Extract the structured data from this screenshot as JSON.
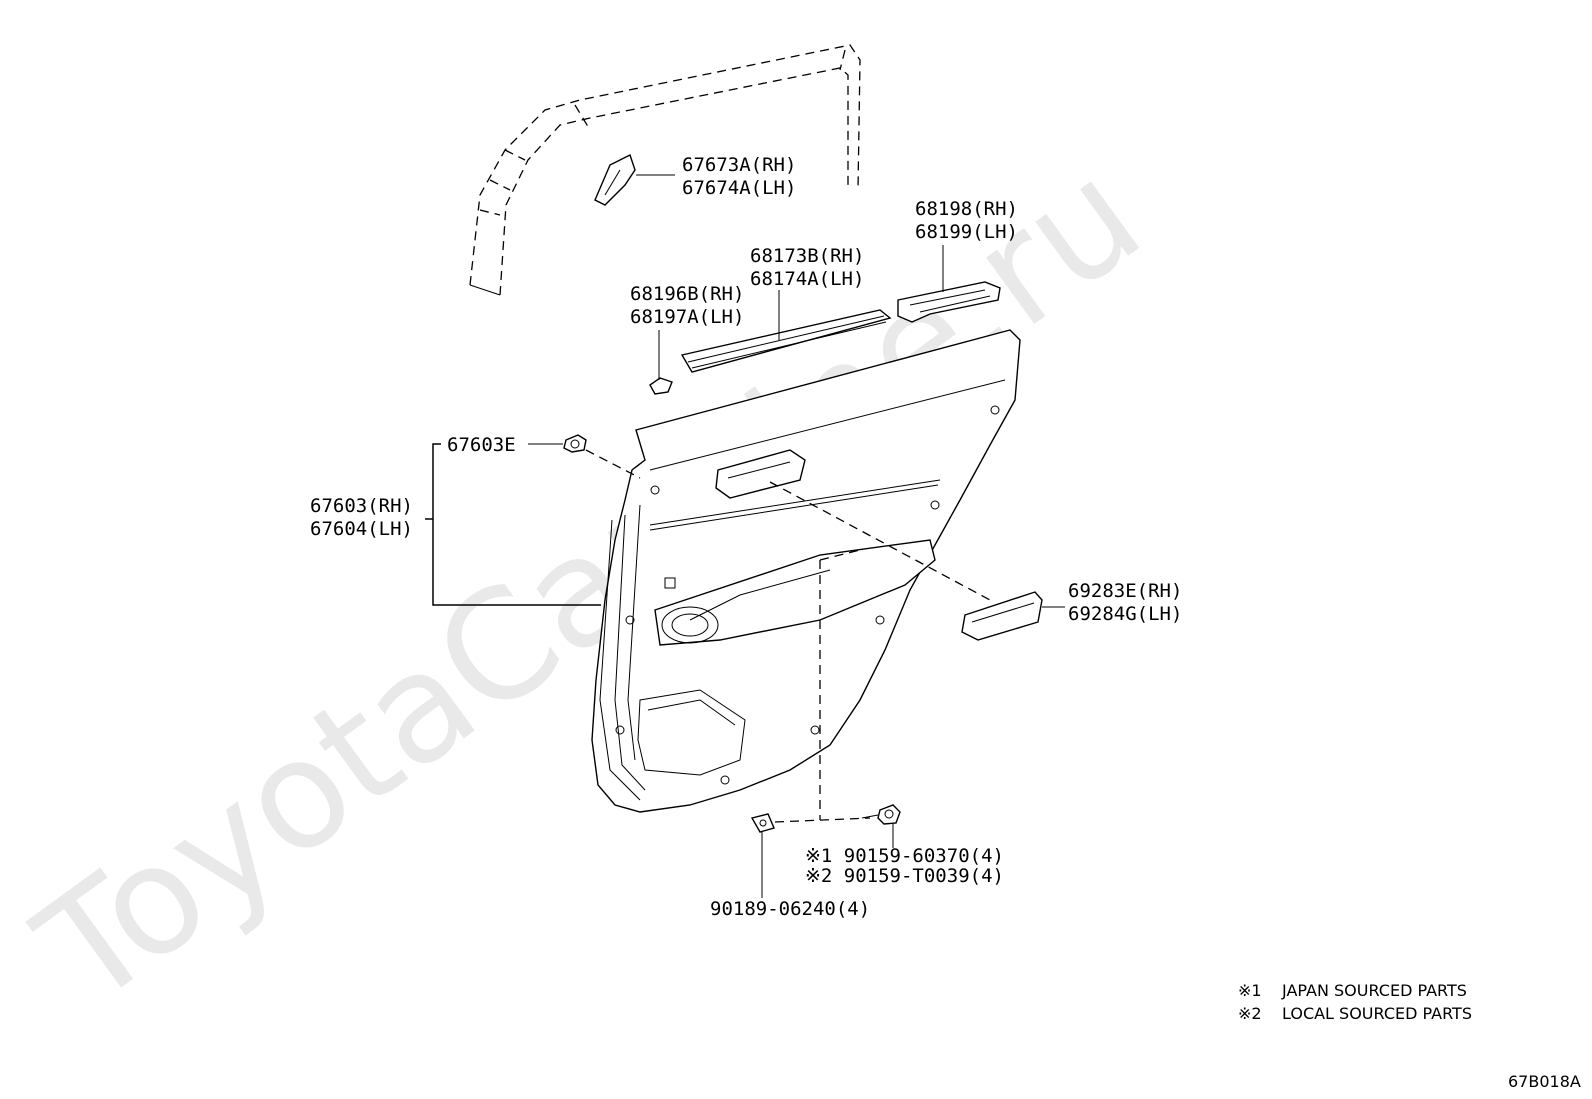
{
  "watermark": "ToyotaCarMine.ru",
  "diagram_id": "67B018A",
  "notes": [
    {
      "mark": "※1",
      "text": "JAPAN SOURCED PARTS"
    },
    {
      "mark": "※2",
      "text": "LOCAL SOURCED PARTS"
    }
  ],
  "labels": {
    "p67673": "67673A(RH)",
    "p67674": "67674A(LH)",
    "p68198": "68198(RH)",
    "p68199": "68199(LH)",
    "p68173": "68173B(RH)",
    "p68174": "68174A(LH)",
    "p68196": "68196B(RH)",
    "p68197": "68197A(LH)",
    "p67603e": "67603E",
    "p67603": "67603(RH)",
    "p67604": "67604(LH)",
    "p69283": "69283E(RH)",
    "p69284": "69284G(LH)",
    "p90159a": "※1 90159-60370(4)",
    "p90159b": "※2 90159-T0039(4)",
    "p90189": "90189-06240(4)"
  }
}
